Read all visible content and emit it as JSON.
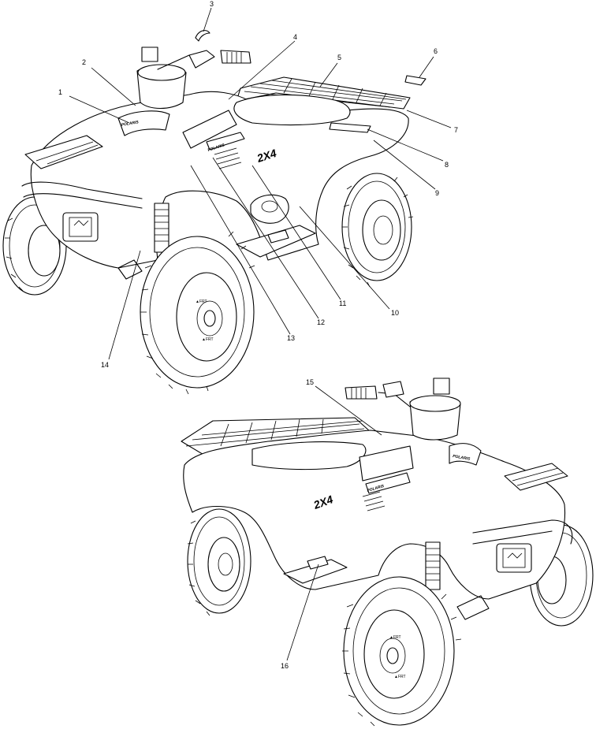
{
  "callouts": [
    {
      "id": "c1",
      "label": "1"
    },
    {
      "id": "c2",
      "label": "2"
    },
    {
      "id": "c3",
      "label": "3"
    },
    {
      "id": "c4",
      "label": "4"
    },
    {
      "id": "c5",
      "label": "5"
    },
    {
      "id": "c6",
      "label": "6"
    },
    {
      "id": "c7",
      "label": "7"
    },
    {
      "id": "c8",
      "label": "8"
    },
    {
      "id": "c9",
      "label": "9"
    },
    {
      "id": "c10",
      "label": "10"
    },
    {
      "id": "c11",
      "label": "11"
    },
    {
      "id": "c12",
      "label": "12"
    },
    {
      "id": "c13",
      "label": "13"
    },
    {
      "id": "c14",
      "label": "14"
    },
    {
      "id": "c15",
      "label": "15"
    },
    {
      "id": "c16",
      "label": "16"
    }
  ],
  "decals": {
    "model_top": "2X4",
    "model_bottom": "2X4",
    "brand_top": "POLARIS",
    "brand_bottom": "POLARIS",
    "hood_brand_top": "POLARIS",
    "hood_brand_bottom": "POLARIS"
  }
}
